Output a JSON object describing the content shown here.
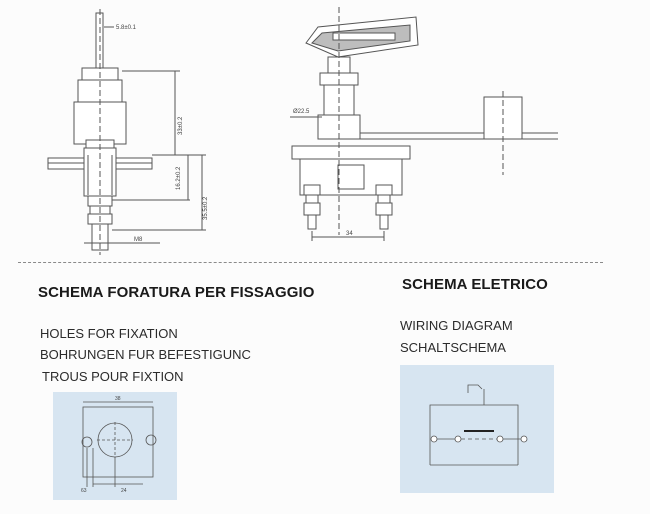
{
  "drawing": {
    "side_view": {
      "dim_top": "5.8±0.1",
      "dim_height_1": "33±0.2",
      "dim_height_2": "16.2±0.2",
      "dim_height_3": "35.5±0.2",
      "thread_label": "M8"
    },
    "front_view": {
      "diameter_label": "Ø22.5",
      "terminal_spacing": "34"
    }
  },
  "sections": {
    "fixation": {
      "title": "SCHEMA FORATURA PER FISSAGGIO",
      "lines": [
        "HOLES FOR FIXATION",
        "BOHRUNGEN FUR BEFESTIGUNC",
        "TROUS POUR FIXTION"
      ],
      "diagram_dims": {
        "width": "38",
        "offset": "63",
        "spacing": "24"
      }
    },
    "wiring": {
      "title": "SCHEMA ELETRICO",
      "lines": [
        "WIRING DIAGRAM",
        "SCHALTSCHEMA"
      ]
    }
  },
  "colors": {
    "panel": "#d7e5f1",
    "line": "#555555"
  }
}
